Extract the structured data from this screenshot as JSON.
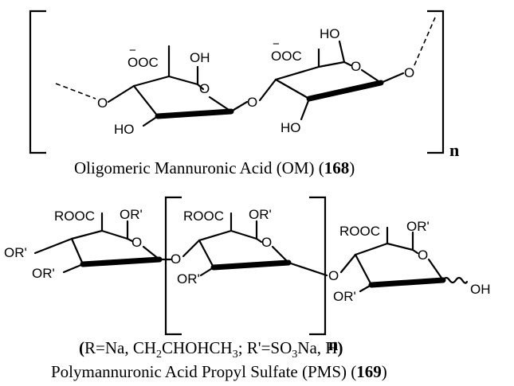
{
  "atoms": {
    "carboxylate": "OOC",
    "ester": "ROOC",
    "hydroxyl_left": "HO",
    "hydroxyl_right": "OH",
    "oxygen": "O",
    "or_prime": "OR'",
    "or_prime_lead": "OR'",
    "minus": "−",
    "repeat_n": "n"
  },
  "caption_om": {
    "text": "Oligomeric Mannuronic Acid (OM) (",
    "number": "168",
    "close": ")"
  },
  "caption_sub": {
    "open": "(",
    "r_part": "R=Na, CH",
    "sub2": "2",
    "mid": "CHOHCH",
    "sub3": "3",
    "rp_part": "; R'=SO",
    "sub3b": "3",
    "tail": "Na, H",
    "close": ")"
  },
  "caption_pms": {
    "text": "Polymannuronic Acid Propyl Sulfate (PMS) (",
    "number": "169",
    "close": ")"
  }
}
